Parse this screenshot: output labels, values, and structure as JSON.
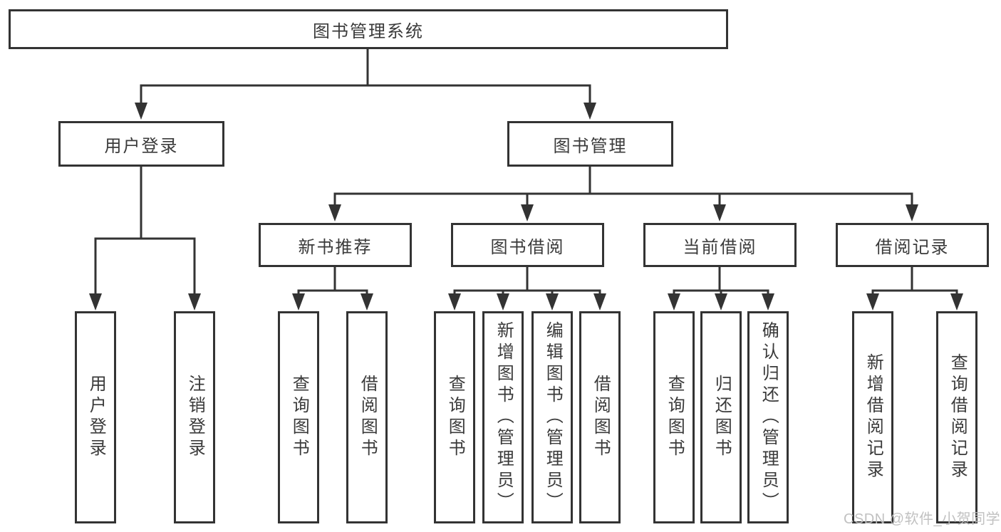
{
  "colors": {
    "line": "#333333",
    "box_border": "#333333",
    "text": "#3a3a3a",
    "watermark": "#bebebe",
    "background": "#ffffff"
  },
  "diagram": {
    "root": {
      "label": "图书管理系统"
    },
    "branches": [
      {
        "label": "用户登录",
        "children": [
          {
            "label": "用户登录"
          },
          {
            "label": "注销登录"
          }
        ]
      },
      {
        "label": "图书管理",
        "children": [
          {
            "label": "新书推荐",
            "children": [
              {
                "label": "查询图书"
              },
              {
                "label": "借阅图书"
              }
            ]
          },
          {
            "label": "图书借阅",
            "children": [
              {
                "label": "查询图书"
              },
              {
                "label": "新增图书（管理员）"
              },
              {
                "label": "编辑图书（管理员）"
              },
              {
                "label": "借阅图书"
              }
            ]
          },
          {
            "label": "当前借阅",
            "children": [
              {
                "label": "查询图书"
              },
              {
                "label": "归还图书"
              },
              {
                "label": "确认归还（管理员）"
              }
            ]
          },
          {
            "label": "借阅记录",
            "children": [
              {
                "label": "新增借阅记录"
              },
              {
                "label": "查询借阅记录"
              }
            ]
          }
        ]
      }
    ]
  },
  "watermark": {
    "text": "CSDN @软件_小贺同学"
  }
}
